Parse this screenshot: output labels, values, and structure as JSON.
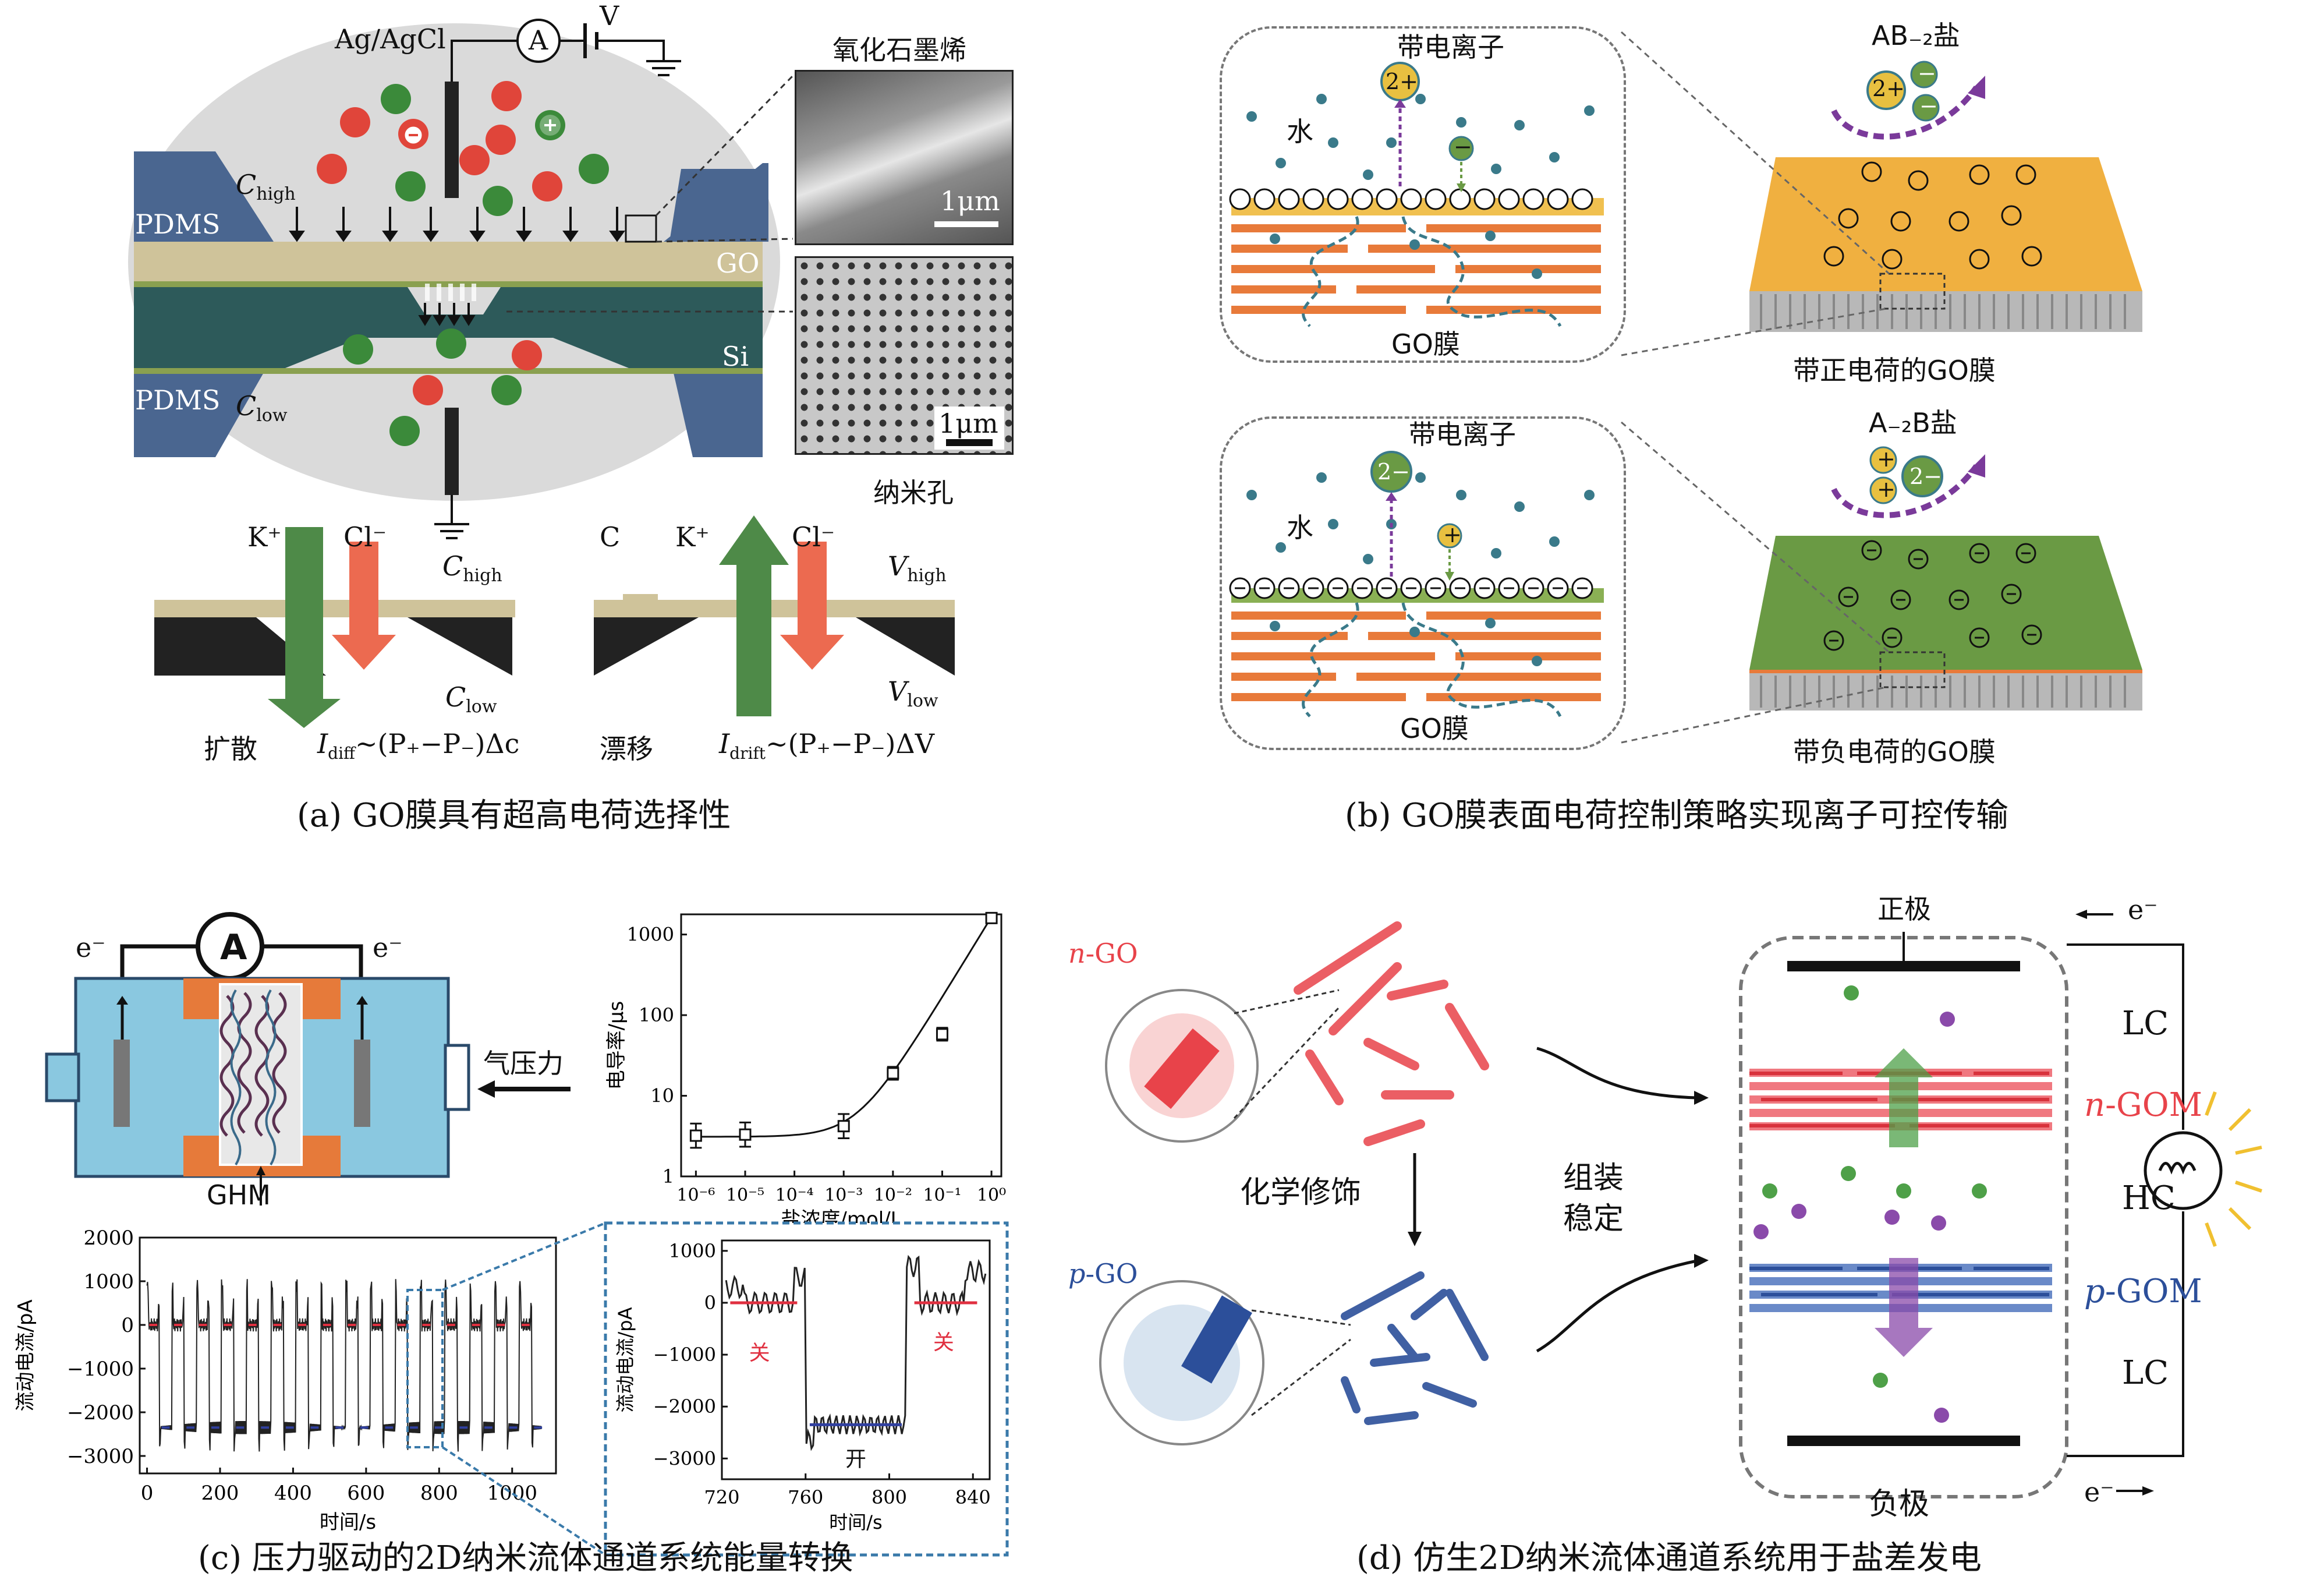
{
  "panel_a": {
    "electrode": "Ag/AgCl",
    "ammeter": "A",
    "voltage": "V",
    "inset_top_title": "氧化石墨烯",
    "scale_top": "1μm",
    "scale_bottom": "1μm",
    "inset_bottom_title": "纳米孔",
    "pdms_top": "PDMS",
    "pdms_bottom": "PDMS",
    "go": "GO",
    "si": "Si",
    "c_high": "C",
    "c_high_sub": "high",
    "c_low": "C",
    "c_low_sub": "low",
    "k_plus_left": "K⁺",
    "cl_minus_left": "Cl⁻",
    "c_label": "C",
    "k_plus_right": "K⁺",
    "cl_minus_right": "Cl⁻",
    "chigh_left": "C",
    "chigh_left_sub": "high",
    "clow_left": "C",
    "clow_left_sub": "low",
    "vhigh": "V",
    "vhigh_sub": "high",
    "vlow": "V",
    "vlow_sub": "low",
    "diffusion": "扩散",
    "drift": "漂移",
    "eq_diff": "I",
    "eq_diff_sub": "diff",
    "eq_diff_rest": "~(P₊−P₋)Δc",
    "eq_drift": "I",
    "eq_drift_sub": "drift",
    "eq_drift_rest": "~(P₊−P₋)ΔV",
    "caption": "(a) GO膜具有超高电荷选择性"
  },
  "panel_b": {
    "charged_ion_top": "带电离子",
    "water_top": "水",
    "ion_2plus": "2+",
    "ion_minus_small": "−",
    "go_film_top": "GO膜",
    "salt_top": "AB₋₂盐",
    "salt_top_ions": [
      "2+",
      "−",
      "−"
    ],
    "positive_film": "带正电荷的GO膜",
    "charged_ion_bottom": "带电离子",
    "water_bottom": "水",
    "ion_2minus": "2−",
    "ion_plus_small": "+",
    "go_film_bottom": "GO膜",
    "salt_bottom": "A₋₂B盐",
    "salt_bottom_ions": [
      "+",
      "+",
      "2−"
    ],
    "negative_film": "带负电荷的GO膜",
    "caption": "(b) GO膜表面电荷控制策略实现离子可控传输"
  },
  "panel_c": {
    "ammeter": "A",
    "electron_left": "e⁻",
    "electron_right": "e⁻",
    "gas_pressure": "气压力",
    "ghm": "GHM",
    "caption": "(c) 压力驱动的2D纳米流体通道系统能量转换",
    "conductance_chart": {
      "type": "scatter",
      "ylabel": "电导率/μs",
      "xlabel": "盐浓度/mol/L",
      "x_ticks": [
        "10⁻⁶",
        "10⁻⁵",
        "10⁻⁴",
        "10⁻³",
        "10⁻²",
        "10⁻¹",
        "10⁰"
      ],
      "y_ticks": [
        "1",
        "10",
        "100",
        "1000"
      ],
      "x_log": [
        -6,
        -5,
        -3,
        -2,
        -1,
        0
      ],
      "y": [
        3.2,
        3.3,
        4.2,
        19,
        58,
        1600
      ],
      "y_err_log": [
        0.15,
        0.15,
        0.15,
        0.08,
        0.08,
        0.03
      ],
      "ylim_log": [
        0,
        3.25
      ],
      "xlim_log": [
        -6.3,
        0.2
      ]
    },
    "current_chart": {
      "type": "line",
      "ylabel": "流动电流/pA",
      "xlabel": "时间/s",
      "x_ticks": [
        "0",
        "200",
        "400",
        "600",
        "800",
        "1000"
      ],
      "y_ticks": [
        "2000",
        "1000",
        "0",
        "−1000",
        "−2000",
        "−3000"
      ],
      "xlim": [
        -20,
        1120
      ],
      "ylim": [
        -3400,
        2000
      ],
      "period": 68,
      "on_level": -2350,
      "off_level": 0
    },
    "zoom_chart": {
      "type": "line",
      "ylabel": "流动电流/pA",
      "xlabel": "时间/s",
      "x_ticks": [
        "720",
        "760",
        "800",
        "840"
      ],
      "y_ticks": [
        "1000",
        "0",
        "−1000",
        "−2000",
        "−3000"
      ],
      "xlim": [
        720,
        848
      ],
      "ylim": [
        -3400,
        1200
      ],
      "off_label_left": "关",
      "off_label_right": "关",
      "on_label": "开",
      "switch_on": 760,
      "switch_off": 808
    }
  },
  "panel_d": {
    "n_go": "n",
    "n_go_rest": "-GO",
    "p_go": "p",
    "p_go_rest": "-GO",
    "chem_mod": "化学修饰",
    "assembly_1": "组装",
    "assembly_2": "稳定",
    "positive_electrode": "正极",
    "negative_electrode": "负极",
    "electron_top": "e⁻",
    "electron_bottom": "e⁻",
    "lc_top": "LC",
    "n_gom": "n",
    "n_gom_rest": "-GOM",
    "hc": "HC",
    "p_gom": "p",
    "p_gom_rest": "-GOM",
    "lc_bottom": "LC",
    "caption": "(d) 仿生2D纳米流体通道系统用于盐差发电"
  },
  "colors": {
    "green_ion": "#3b8a3a",
    "red_ion": "#e0453a",
    "orange_layer": "#e87a3a",
    "gold_film": "#f0b040",
    "green_film": "#6a9a44",
    "n_go_red": "#e8434a",
    "p_go_blue": "#2c4f9a",
    "purple_arrow": "#7a3a9a"
  }
}
